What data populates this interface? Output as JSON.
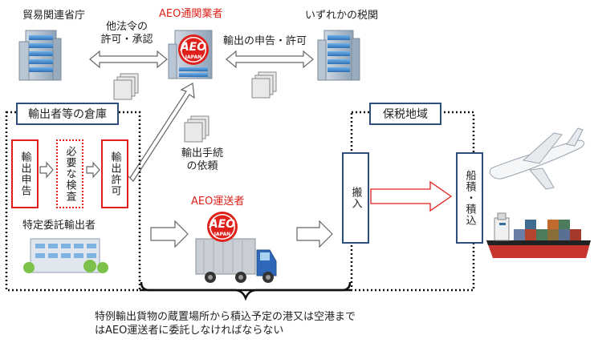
{
  "labels": {
    "ministry": "貿易関連省庁",
    "aeo_broker": "AEO通関業者",
    "customs": "いずれかの税関",
    "other_laws": "他法令の\n許可・承認",
    "export_declaration_permit": "輸出の申告・許可",
    "exporter_warehouse": "輸出者等の倉庫",
    "bonded_area": "保税地域",
    "export_request": "輸出手続\nの依頼",
    "aeo_carrier": "AEO運送者",
    "specified_exporter": "特定委託輸出者",
    "bottom_note_1": "特例輸出貨物の蔵置場所から積込予定の港又は空港まで",
    "bottom_note_2": "はAEO運送者に委託しなければならない",
    "aeo_logo_text": "AEO",
    "aeo_logo_sub": "JAPAN"
  },
  "process": {
    "export_declaration": "輸出申告",
    "necessary_inspection": "必要な検査",
    "export_permit": "輸出許可",
    "carry_in": "搬入",
    "loading": "船積・積込"
  },
  "colors": {
    "red": "#e0201a",
    "navy": "#2e4e7e",
    "building_blue": "#3b7fc4"
  }
}
